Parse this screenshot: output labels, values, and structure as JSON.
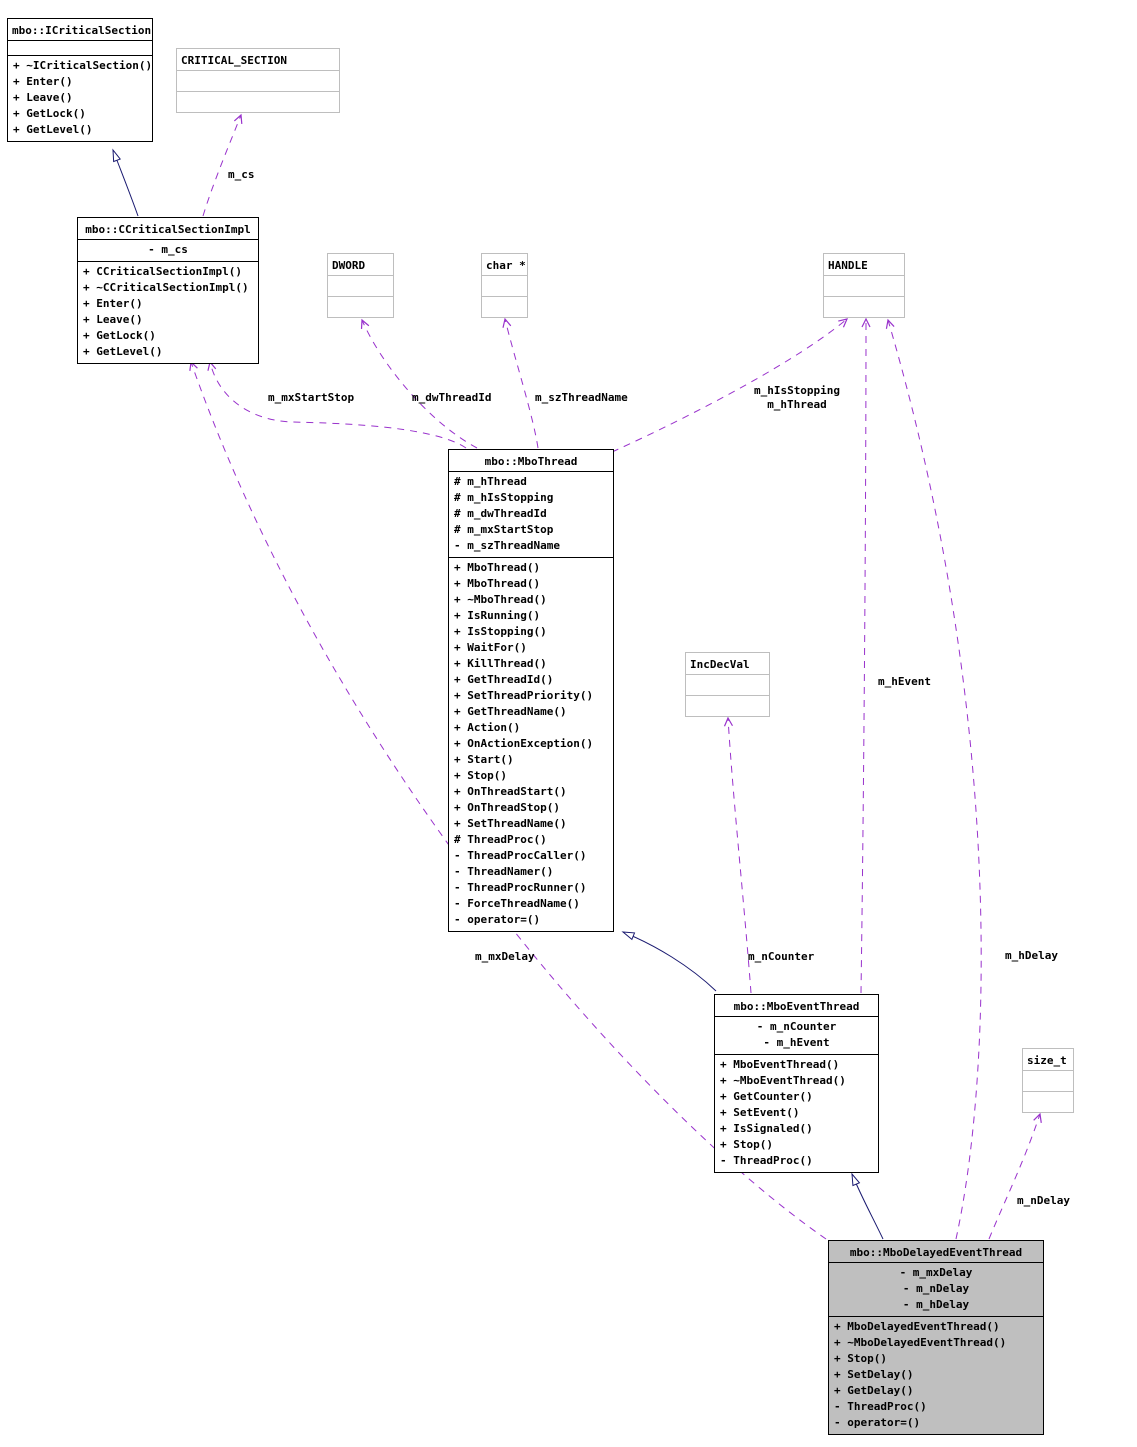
{
  "nodes": {
    "icritical_section": {
      "title": "mbo::ICriticalSection",
      "attrs": [],
      "methods": [
        "+ ~ICriticalSection()",
        "+ Enter()",
        "+ Leave()",
        "+ GetLock()",
        "+ GetLevel()"
      ]
    },
    "critical_section": {
      "title": "CRITICAL_SECTION"
    },
    "ccritical_section_impl": {
      "title": "mbo::CCriticalSectionImpl",
      "attrs": [
        "- m_cs"
      ],
      "methods": [
        "+ CCriticalSectionImpl()",
        "+ ~CCriticalSectionImpl()",
        "+ Enter()",
        "+ Leave()",
        "+ GetLock()",
        "+ GetLevel()"
      ]
    },
    "dword": {
      "title": "DWORD"
    },
    "char_ptr": {
      "title": "char *"
    },
    "handle": {
      "title": "HANDLE"
    },
    "mbo_thread": {
      "title": "mbo::MboThread",
      "attrs": [
        "# m_hThread",
        "# m_hIsStopping",
        "# m_dwThreadId",
        "# m_mxStartStop",
        "- m_szThreadName"
      ],
      "methods": [
        "+ MboThread()",
        "+ MboThread()",
        "+ ~MboThread()",
        "+ IsRunning()",
        "+ IsStopping()",
        "+ WaitFor()",
        "+ KillThread()",
        "+ GetThreadId()",
        "+ SetThreadPriority()",
        "+ GetThreadName()",
        "+ Action()",
        "+ OnActionException()",
        "+ Start()",
        "+ Stop()",
        "+ OnThreadStart()",
        "+ OnThreadStop()",
        "+ SetThreadName()",
        "# ThreadProc()",
        "- ThreadProcCaller()",
        "- ThreadNamer()",
        "- ThreadProcRunner()",
        "- ForceThreadName()",
        "- operator=()"
      ]
    },
    "inc_dec_val": {
      "title": "IncDecVal"
    },
    "mbo_event_thread": {
      "title": "mbo::MboEventThread",
      "attrs": [
        "- m_nCounter",
        "- m_hEvent"
      ],
      "methods": [
        "+ MboEventThread()",
        "+ ~MboEventThread()",
        "+ GetCounter()",
        "+ SetEvent()",
        "+ IsSignaled()",
        "+ Stop()",
        "- ThreadProc()"
      ]
    },
    "size_t": {
      "title": "size_t"
    },
    "mbo_delayed_event_thread": {
      "title": "mbo::MboDelayedEventThread",
      "attrs": [
        "- m_mxDelay",
        "- m_nDelay",
        "- m_hDelay"
      ],
      "methods": [
        "+ MboDelayedEventThread()",
        "+ ~MboDelayedEventThread()",
        "+ Stop()",
        "+ SetDelay()",
        "+ GetDelay()",
        "- ThreadProc()",
        "- operator=()"
      ]
    }
  },
  "labels": {
    "m_cs": "m_cs",
    "m_mx_start_stop": "m_mxStartStop",
    "m_dw_thread_id": "m_dwThreadId",
    "m_sz_thread_name": "m_szThreadName",
    "m_h_is_stopping": "m_hIsStopping",
    "m_h_thread": "m_hThread",
    "m_h_event": "m_hEvent",
    "m_mx_delay": "m_mxDelay",
    "m_n_counter": "m_nCounter",
    "m_h_delay": "m_hDelay",
    "m_n_delay": "m_nDelay"
  },
  "colors": {
    "usage_edge": "#9932cc",
    "inheritance_edge": "#191970",
    "class_border": "#000000",
    "external_type_border": "#bebebe",
    "highlighted_node_fill": "#bfbfbf",
    "node_fill": "#ffffff"
  }
}
